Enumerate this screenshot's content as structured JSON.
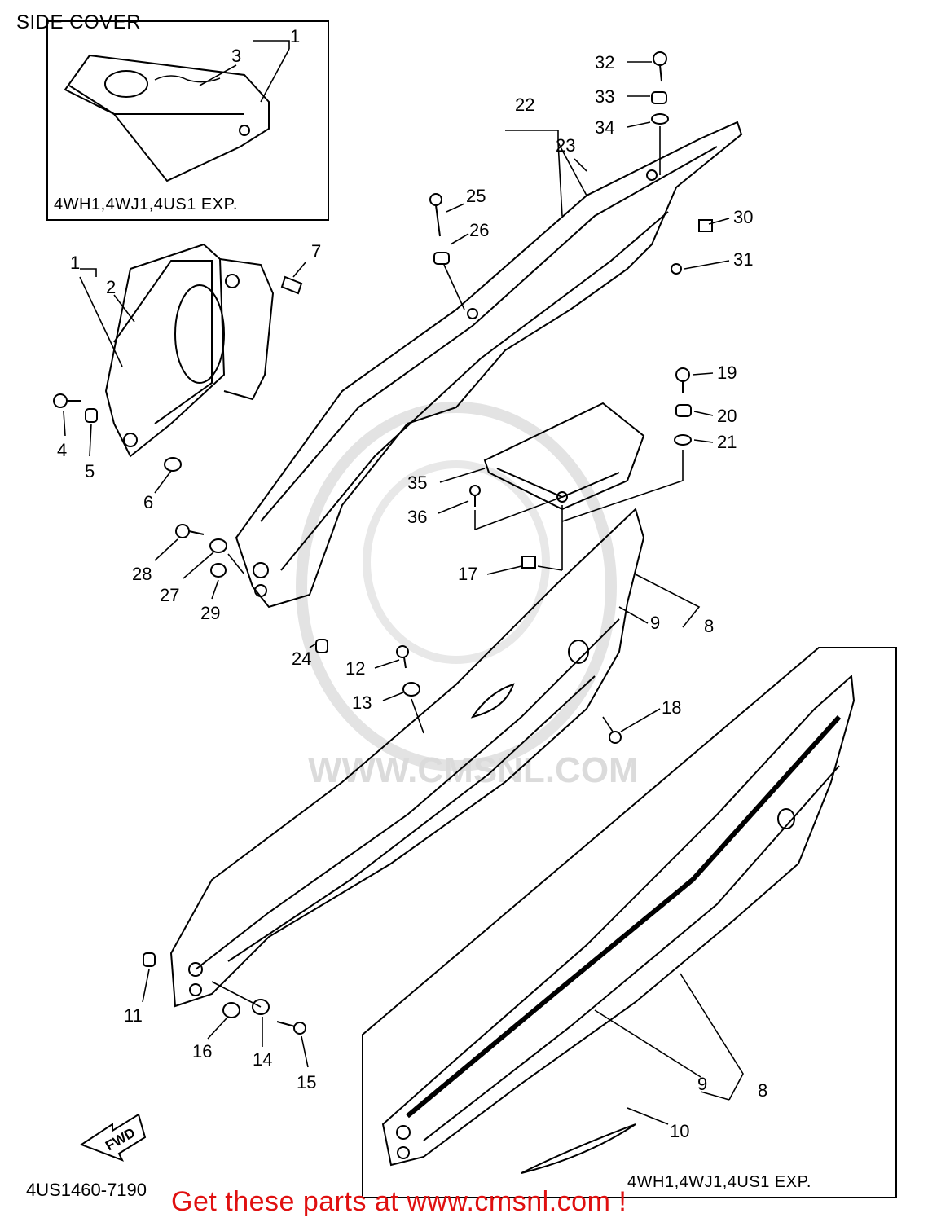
{
  "title": "SIDE COVER",
  "diagram_code": "4US1460-7190",
  "promo_text": "Get these parts at www.cmsnl.com !",
  "watermark": "WWW.CMSNL.COM",
  "fwd_label": "FWD",
  "insets": [
    {
      "label": "4WH1,4WJ1,4US1 EXP."
    },
    {
      "label": "4WH1,4WJ1,4US1 EXP."
    }
  ],
  "callouts": [
    {
      "num": "1"
    },
    {
      "num": "3"
    },
    {
      "num": "1"
    },
    {
      "num": "2"
    },
    {
      "num": "7"
    },
    {
      "num": "4"
    },
    {
      "num": "5"
    },
    {
      "num": "6"
    },
    {
      "num": "32"
    },
    {
      "num": "33"
    },
    {
      "num": "34"
    },
    {
      "num": "22"
    },
    {
      "num": "23"
    },
    {
      "num": "25"
    },
    {
      "num": "26"
    },
    {
      "num": "30"
    },
    {
      "num": "31"
    },
    {
      "num": "19"
    },
    {
      "num": "20"
    },
    {
      "num": "21"
    },
    {
      "num": "35"
    },
    {
      "num": "36"
    },
    {
      "num": "28"
    },
    {
      "num": "27"
    },
    {
      "num": "29"
    },
    {
      "num": "17"
    },
    {
      "num": "9"
    },
    {
      "num": "8"
    },
    {
      "num": "24"
    },
    {
      "num": "12"
    },
    {
      "num": "13"
    },
    {
      "num": "18"
    },
    {
      "num": "11"
    },
    {
      "num": "16"
    },
    {
      "num": "14"
    },
    {
      "num": "15"
    },
    {
      "num": "9"
    },
    {
      "num": "8"
    },
    {
      "num": "10"
    }
  ]
}
